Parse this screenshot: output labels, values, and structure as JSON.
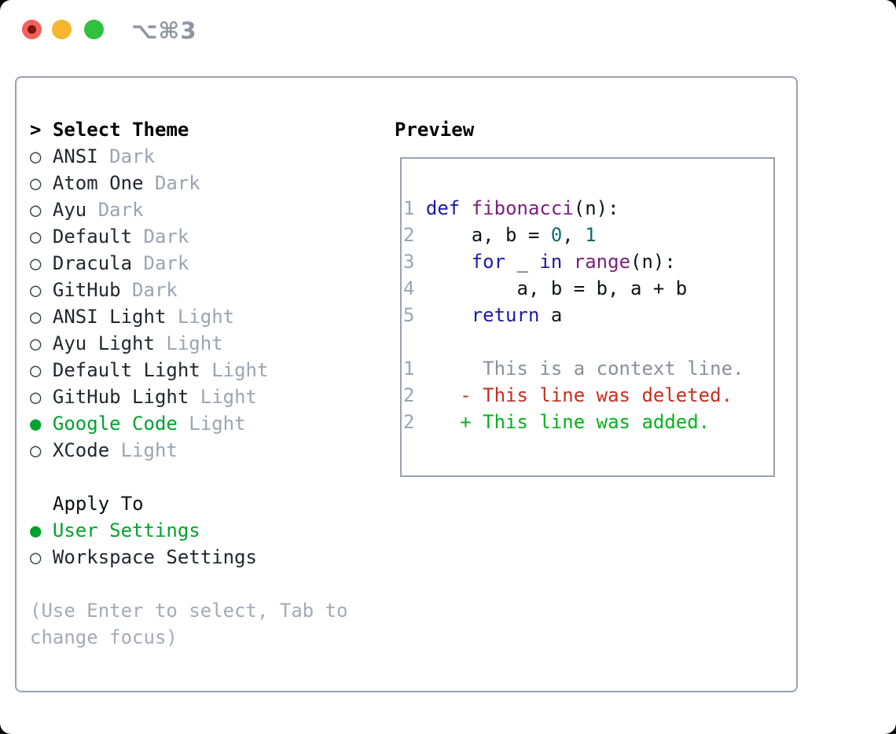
{
  "window": {
    "shortcut": "⌥⌘3",
    "traffic_lights": [
      "close",
      "minimize",
      "zoom"
    ]
  },
  "theme_panel": {
    "cursor": ">",
    "title": "Select Theme",
    "items": [
      {
        "name": "ANSI",
        "tag": "Dark",
        "selected": false
      },
      {
        "name": "Atom One",
        "tag": "Dark",
        "selected": false
      },
      {
        "name": "Ayu",
        "tag": "Dark",
        "selected": false
      },
      {
        "name": "Default",
        "tag": "Dark",
        "selected": false
      },
      {
        "name": "Dracula",
        "tag": "Dark",
        "selected": false
      },
      {
        "name": "GitHub",
        "tag": "Dark",
        "selected": false
      },
      {
        "name": "ANSI Light",
        "tag": "Light",
        "selected": false
      },
      {
        "name": "Ayu Light",
        "tag": "Light",
        "selected": false
      },
      {
        "name": "Default Light",
        "tag": "Light",
        "selected": false
      },
      {
        "name": "GitHub Light",
        "tag": "Light",
        "selected": false
      },
      {
        "name": "Google Code",
        "tag": "Light",
        "selected": true
      },
      {
        "name": "XCode",
        "tag": "Light",
        "selected": false
      }
    ],
    "apply_to": {
      "title": "Apply To",
      "options": [
        {
          "name": "User Settings",
          "selected": true
        },
        {
          "name": "Workspace Settings",
          "selected": false
        }
      ]
    },
    "hint": "(Use Enter to select, Tab to change focus)"
  },
  "preview": {
    "title": "Preview",
    "lines": [
      [
        [
          "lno",
          "1"
        ],
        [
          "pln",
          " "
        ],
        [
          "kw",
          "def"
        ],
        [
          "pln",
          " "
        ],
        [
          "fn",
          "fibonacci"
        ],
        [
          "pln",
          "(n):"
        ]
      ],
      [
        [
          "lno",
          "2"
        ],
        [
          "pln",
          "     a, b = "
        ],
        [
          "num",
          "0"
        ],
        [
          "pln",
          ", "
        ],
        [
          "num",
          "1"
        ]
      ],
      [
        [
          "lno",
          "3"
        ],
        [
          "pln",
          "     "
        ],
        [
          "kw",
          "for"
        ],
        [
          "pln",
          " _ "
        ],
        [
          "kw",
          "in"
        ],
        [
          "pln",
          " "
        ],
        [
          "fn",
          "range"
        ],
        [
          "pln",
          "(n):"
        ]
      ],
      [
        [
          "lno",
          "4"
        ],
        [
          "pln",
          "         a, b = b, a + b"
        ]
      ],
      [
        [
          "lno",
          "5"
        ],
        [
          "pln",
          "     "
        ],
        [
          "kw",
          "return"
        ],
        [
          "pln",
          " a"
        ]
      ],
      [],
      [
        [
          "lno",
          "1"
        ],
        [
          "ctx",
          "      This is a context line."
        ]
      ],
      [
        [
          "lno",
          "2"
        ],
        [
          "pln",
          "    "
        ],
        [
          "del",
          "- This line was deleted."
        ]
      ],
      [
        [
          "lno",
          "2"
        ],
        [
          "pln",
          "    "
        ],
        [
          "add",
          "+ This line was added."
        ]
      ]
    ]
  },
  "colors": {
    "kw": "#1a1aa8",
    "fn": "#7b1f7b",
    "num": "#0d6c6c",
    "pln": "#101418",
    "lno": "#9aa5b1",
    "ctx": "#8a9099",
    "del": "#c52f1d",
    "add": "#00b41a",
    "selected_green": "#00a32e",
    "tag": "#9aa5b1",
    "name": "#22272e",
    "bullet": "#3c424a",
    "hint": "#a3abb6",
    "border": "#99a2ae",
    "light_red": "#f4605a",
    "light_red_dot": "#7c1410",
    "light_yellow": "#f6b62e",
    "light_green": "#30c13e",
    "shortcut": "#8f969f"
  }
}
